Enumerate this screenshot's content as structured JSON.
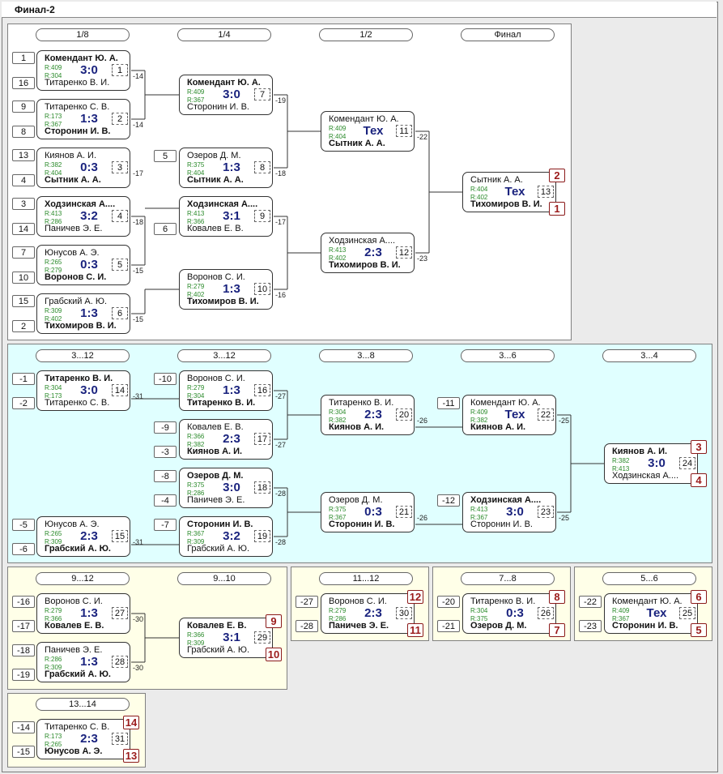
{
  "title": "Финал-2",
  "stages": {
    "main": [
      "1/8",
      "1/4",
      "1/2",
      "Финал"
    ],
    "cons": [
      "3...12",
      "3...12",
      "3...8",
      "3...6",
      "3...4"
    ],
    "p912": [
      "9...12",
      "9...10"
    ],
    "p1112": "11...12",
    "p78": "7...8",
    "p56": "5...6",
    "p1314": "13...14"
  },
  "matches": [
    {
      "id": "m1",
      "p1": "Комендант Ю. А.",
      "p2": "Титаренко В. И.",
      "r1": "R:409",
      "r2": "R:304",
      "score": "3:0",
      "no": "1",
      "win": 1,
      "loser_note": "-14"
    },
    {
      "id": "m2",
      "p1": "Титаренко С. В.",
      "p2": "Сторонин И. В.",
      "r1": "R:173",
      "r2": "R:367",
      "score": "1:3",
      "no": "2",
      "win": 2,
      "loser_note": "-14"
    },
    {
      "id": "m3",
      "p1": "Киянов А. И.",
      "p2": "Сытник А. А.",
      "r1": "R:382",
      "r2": "R:404",
      "score": "0:3",
      "no": "3",
      "win": 2,
      "loser_note": "-17"
    },
    {
      "id": "m4",
      "p1": "Ходзинская А....",
      "p2": "Паничев Э. Е.",
      "r1": "R:413",
      "r2": "R:286",
      "score": "3:2",
      "no": "4",
      "win": 1,
      "loser_note": "-18"
    },
    {
      "id": "m5",
      "p1": "Юнусов А. Э.",
      "p2": "Воронов С. И.",
      "r1": "R:265",
      "r2": "R:279",
      "score": "0:3",
      "no": "5",
      "win": 2,
      "loser_note": "-15"
    },
    {
      "id": "m6",
      "p1": "Грабский А. Ю.",
      "p2": "Тихомиров В. И.",
      "r1": "R:309",
      "r2": "R:402",
      "score": "1:3",
      "no": "6",
      "win": 2,
      "loser_note": "-15"
    },
    {
      "id": "m7",
      "p1": "Комендант Ю. А.",
      "p2": "Сторонин И. В.",
      "r1": "R:409",
      "r2": "R:367",
      "score": "3:0",
      "no": "7",
      "win": 1,
      "loser_note": "-19"
    },
    {
      "id": "m8",
      "p1": "Озеров Д. М.",
      "p2": "Сытник А. А.",
      "r1": "R:375",
      "r2": "R:404",
      "score": "1:3",
      "no": "8",
      "win": 2,
      "loser_note": "-18"
    },
    {
      "id": "m9",
      "p1": "Ходзинская А....",
      "p2": "Ковалев Е. В.",
      "r1": "R:413",
      "r2": "R:366",
      "score": "3:1",
      "no": "9",
      "win": 1,
      "loser_note": "-17"
    },
    {
      "id": "m10",
      "p1": "Воронов С. И.",
      "p2": "Тихомиров В. И.",
      "r1": "R:279",
      "r2": "R:402",
      "score": "1:3",
      "no": "10",
      "win": 2,
      "loser_note": "-16"
    },
    {
      "id": "m11",
      "p1": "Комендант Ю. А.",
      "p2": "Сытник А. А.",
      "r1": "R:409",
      "r2": "R:404",
      "score": "Тех",
      "no": "11",
      "win": 2,
      "loser_note": "-22"
    },
    {
      "id": "m12",
      "p1": "Ходзинская А....",
      "p2": "Тихомиров В. И.",
      "r1": "R:413",
      "r2": "R:402",
      "score": "2:3",
      "no": "12",
      "win": 2,
      "loser_note": "-23"
    },
    {
      "id": "m13",
      "p1": "Сытник А. А.",
      "p2": "Тихомиров В. И.",
      "r1": "R:404",
      "r2": "R:402",
      "score": "Тех",
      "no": "13",
      "win": 2,
      "place1": "2",
      "place2": "1"
    },
    {
      "id": "m14",
      "p1": "Титаренко В. И.",
      "p2": "Титаренко С. В.",
      "r1": "R:304",
      "r2": "R:173",
      "score": "3:0",
      "no": "14",
      "win": 1,
      "loser_note": "-31"
    },
    {
      "id": "m16",
      "p1": "Воронов С. И.",
      "p2": "Титаренко В. И.",
      "r1": "R:279",
      "r2": "R:304",
      "score": "1:3",
      "no": "16",
      "win": 2,
      "loser_note": "-27"
    },
    {
      "id": "m17",
      "p1": "Ковалев Е. В.",
      "p2": "Киянов А. И.",
      "r1": "R:366",
      "r2": "R:382",
      "score": "2:3",
      "no": "17",
      "win": 2,
      "loser_note": "-27"
    },
    {
      "id": "m18",
      "p1": "Озеров Д. М.",
      "p2": "Паничев Э. Е.",
      "r1": "R:375",
      "r2": "R:286",
      "score": "3:0",
      "no": "18",
      "win": 1,
      "loser_note": "-28"
    },
    {
      "id": "m19",
      "p1": "Сторонин И. В.",
      "p2": "Грабский А. Ю.",
      "r1": "R:367",
      "r2": "R:309",
      "score": "3:2",
      "no": "19",
      "win": 1,
      "loser_note": "-28"
    },
    {
      "id": "m15",
      "p1": "Юнусов А. Э.",
      "p2": "Грабский А. Ю.",
      "r1": "R:265",
      "r2": "R:309",
      "score": "2:3",
      "no": "15",
      "win": 2,
      "loser_note": "-31"
    },
    {
      "id": "m20",
      "p1": "Титаренко В. И.",
      "p2": "Киянов А. И.",
      "r1": "R:304",
      "r2": "R:382",
      "score": "2:3",
      "no": "20",
      "win": 2,
      "loser_note": "-26"
    },
    {
      "id": "m21",
      "p1": "Озеров Д. М.",
      "p2": "Сторонин И. В.",
      "r1": "R:375",
      "r2": "R:367",
      "score": "0:3",
      "no": "21",
      "win": 2,
      "loser_note": "-26"
    },
    {
      "id": "m22",
      "p1": "Комендант Ю. А.",
      "p2": "Киянов А. И.",
      "r1": "R:409",
      "r2": "R:382",
      "score": "Тех",
      "no": "22",
      "win": 2,
      "loser_note": "-25"
    },
    {
      "id": "m23",
      "p1": "Ходзинская А....",
      "p2": "Сторонин И. В.",
      "r1": "R:413",
      "r2": "R:367",
      "score": "3:0",
      "no": "23",
      "win": 1,
      "loser_note": "-25"
    },
    {
      "id": "m24",
      "p1": "Киянов А. И.",
      "p2": "Ходзинская А....",
      "r1": "R:382",
      "r2": "R:413",
      "score": "3:0",
      "no": "24",
      "win": 1,
      "place1": "3",
      "place2": "4"
    },
    {
      "id": "m27",
      "p1": "Воронов С. И.",
      "p2": "Ковалев Е. В.",
      "r1": "R:279",
      "r2": "R:366",
      "score": "1:3",
      "no": "27",
      "win": 2,
      "loser_note": "-30"
    },
    {
      "id": "m28",
      "p1": "Паничев Э. Е.",
      "p2": "Грабский А. Ю.",
      "r1": "R:286",
      "r2": "R:309",
      "score": "1:3",
      "no": "28",
      "win": 2,
      "loser_note": "-30"
    },
    {
      "id": "m29",
      "p1": "Ковалев Е. В.",
      "p2": "Грабский А. Ю.",
      "r1": "R:366",
      "r2": "R:309",
      "score": "3:1",
      "no": "29",
      "win": 1,
      "place1": "9",
      "place2": "10"
    },
    {
      "id": "m30",
      "p1": "Воронов С. И.",
      "p2": "Паничев Э. Е.",
      "r1": "R:279",
      "r2": "R:286",
      "score": "2:3",
      "no": "30",
      "win": 2,
      "place1": "12",
      "place2": "11"
    },
    {
      "id": "m26",
      "p1": "Титаренко В. И.",
      "p2": "Озеров Д. М.",
      "r1": "R:304",
      "r2": "R:375",
      "score": "0:3",
      "no": "26",
      "win": 2,
      "place1": "8",
      "place2": "7"
    },
    {
      "id": "m25",
      "p1": "Комендант Ю. А.",
      "p2": "Сторонин И. В.",
      "r1": "R:409",
      "r2": "R:367",
      "score": "Тех",
      "no": "25",
      "win": 2,
      "place1": "6",
      "place2": "5"
    },
    {
      "id": "m31",
      "p1": "Титаренко С. В.",
      "p2": "Юнусов А. Э.",
      "r1": "R:173",
      "r2": "R:265",
      "score": "2:3",
      "no": "31",
      "win": 2,
      "place1": "14",
      "place2": "13"
    }
  ],
  "seeds": {
    "main": [
      "1",
      "16",
      "9",
      "8",
      "13",
      "4",
      "3",
      "14",
      "7",
      "10",
      "15",
      "2"
    ],
    "main_r2": [
      "5",
      "6"
    ],
    "cons_r1": [
      "-1",
      "-2",
      "-5",
      "-6"
    ],
    "cons_r2": [
      "-10",
      "-9",
      "-3",
      "-8",
      "-4",
      "-7"
    ],
    "cons_r4": [
      "-11",
      "-12"
    ],
    "p912": [
      "-16",
      "-17",
      "-18",
      "-19"
    ],
    "p1112": [
      "-27",
      "-28"
    ],
    "p78": [
      "-20",
      "-21"
    ],
    "p56": [
      "-22",
      "-23"
    ],
    "p1314": [
      "-14",
      "-15"
    ]
  },
  "colors": {
    "main_bg": "#ffffff",
    "cons_bg": "#e0ffff",
    "lower_bg": "#ffffe8",
    "score": "#1a237e",
    "rating": "#2a8a2a",
    "place": "#9b1b1b"
  }
}
